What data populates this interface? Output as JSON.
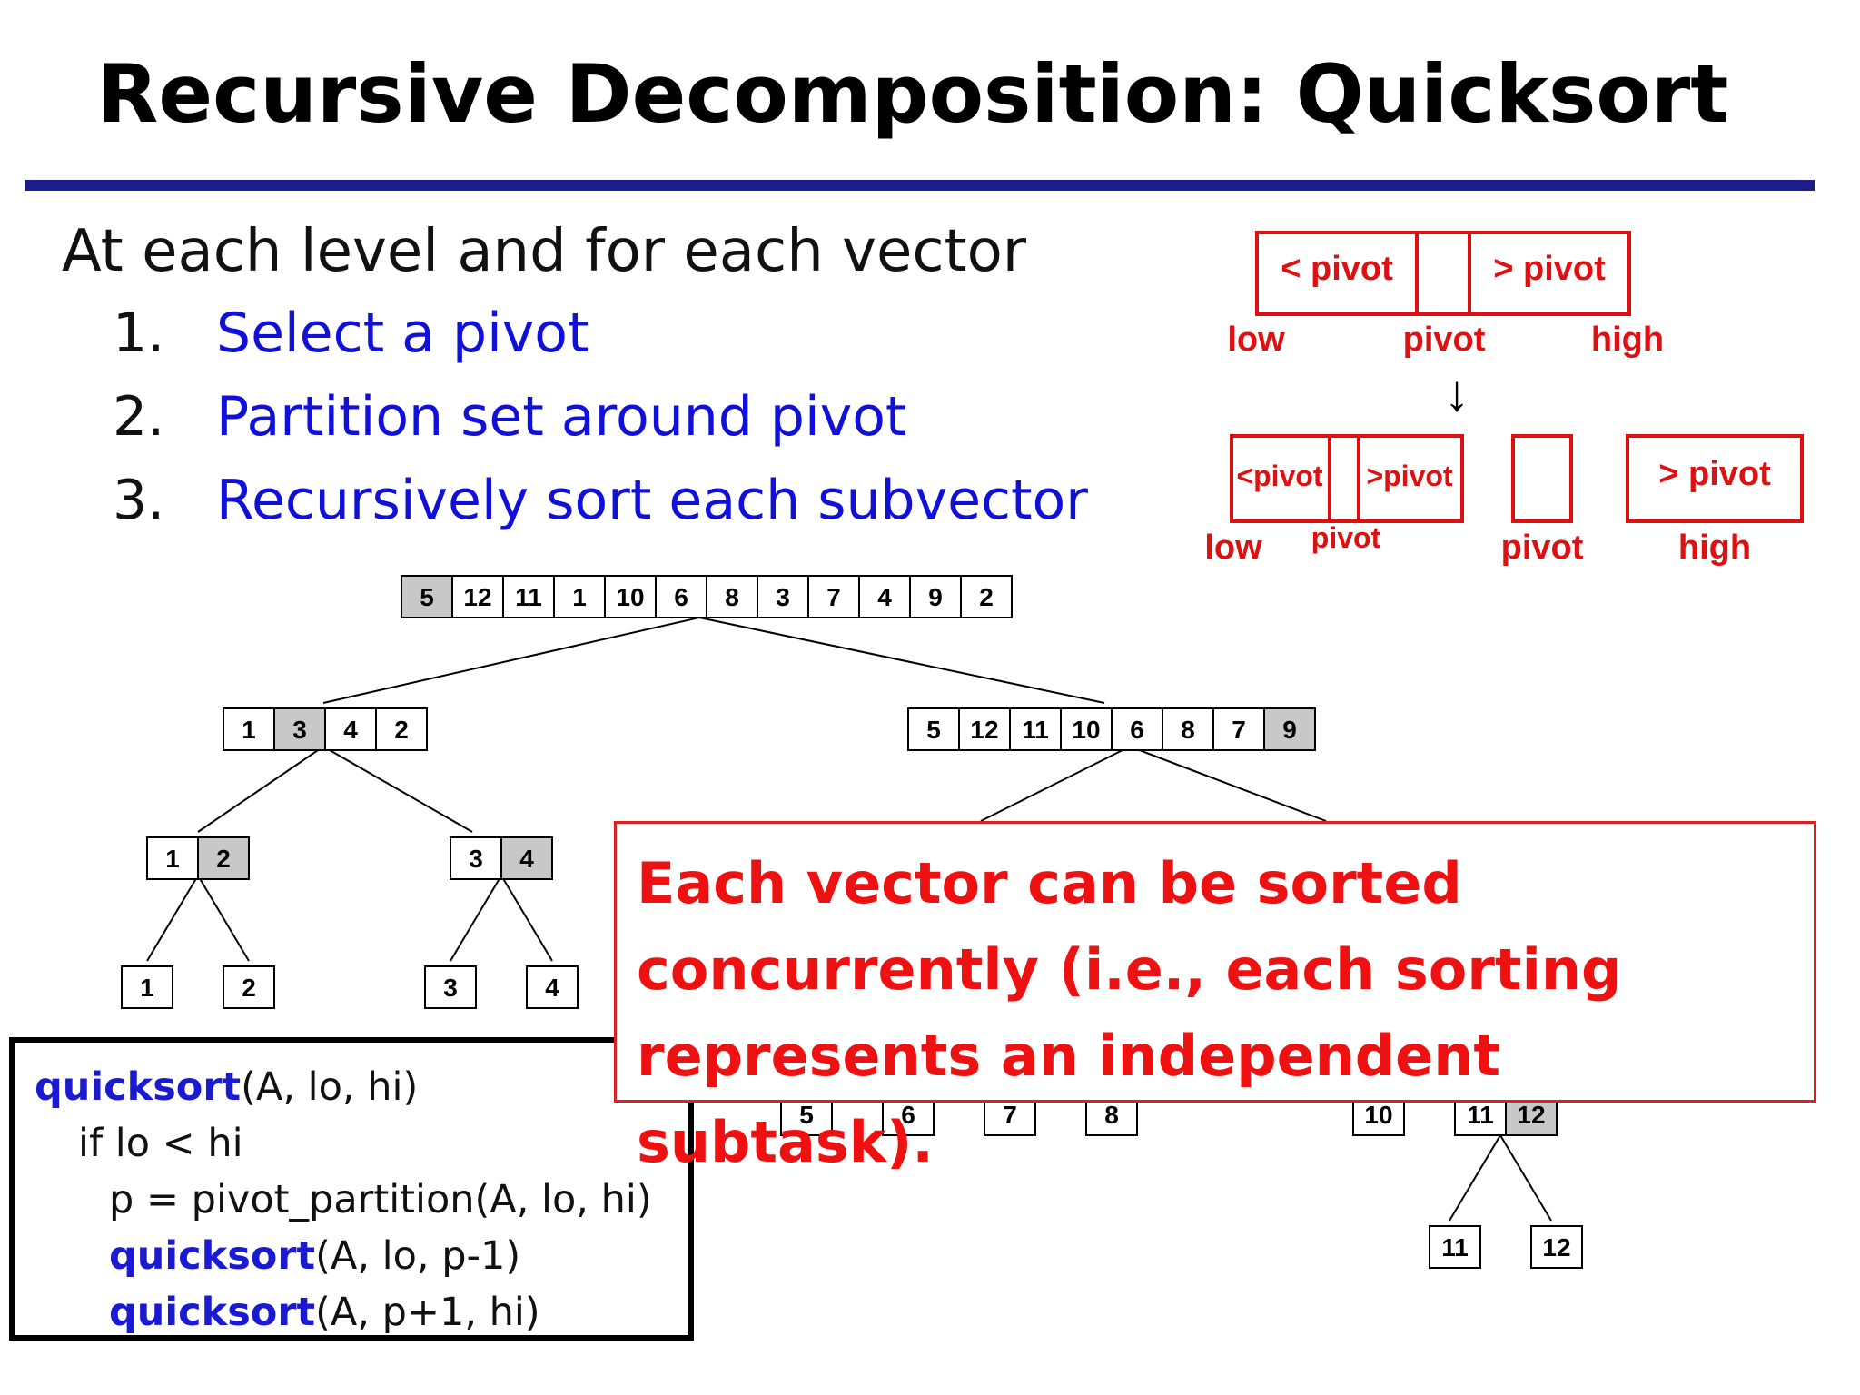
{
  "title": "Recursive Decomposition: Quicksort",
  "intro": "At each level and for each vector",
  "steps": [
    {
      "num": "1.",
      "text": "Select a pivot"
    },
    {
      "num": "2.",
      "text": "Partition set around pivot"
    },
    {
      "num": "3.",
      "text": "Recursively sort each subvector"
    }
  ],
  "legend": {
    "top_left": "< pivot",
    "top_right": "> pivot",
    "labels_top": [
      "low",
      "pivot",
      "high"
    ],
    "arrow": "↓",
    "bottom_left": "<pivot",
    "bottom_mid": ">pivot",
    "bottom_right": "> pivot",
    "labels_bottom": [
      "low",
      "pivot",
      "pivot",
      "high"
    ]
  },
  "tree": {
    "root": [
      "5",
      "12",
      "11",
      "1",
      "10",
      "6",
      "8",
      "3",
      "7",
      "4",
      "9",
      "2"
    ],
    "left": [
      "1",
      "3",
      "4",
      "2"
    ],
    "right": [
      "5",
      "12",
      "11",
      "10",
      "6",
      "8",
      "7",
      "9"
    ],
    "ll": [
      "1",
      "2"
    ],
    "lr": [
      "3",
      "4"
    ],
    "leaves_left": [
      "1",
      "2",
      "3",
      "4"
    ],
    "leaves_right_partial": [
      "5",
      "6",
      "7",
      "8"
    ],
    "rr_ten": "10",
    "rr_pair": [
      "11",
      "12"
    ],
    "rr_leaves": [
      "11",
      "12"
    ]
  },
  "callout": [
    "Each vector can be sorted",
    "concurrently (i.e., each sorting",
    "represents an independent subtask)."
  ],
  "code": {
    "line1_kw": "quicksort",
    "line1_rest": "(A, lo, hi)",
    "line2": "if lo < hi",
    "line3": "p = pivot_partition(A, lo, hi)",
    "line4_kw": "quicksort",
    "line4_rest": "(A, lo, p-1)",
    "line5_kw": "quicksort",
    "line5_rest": "(A, p+1, hi)"
  }
}
